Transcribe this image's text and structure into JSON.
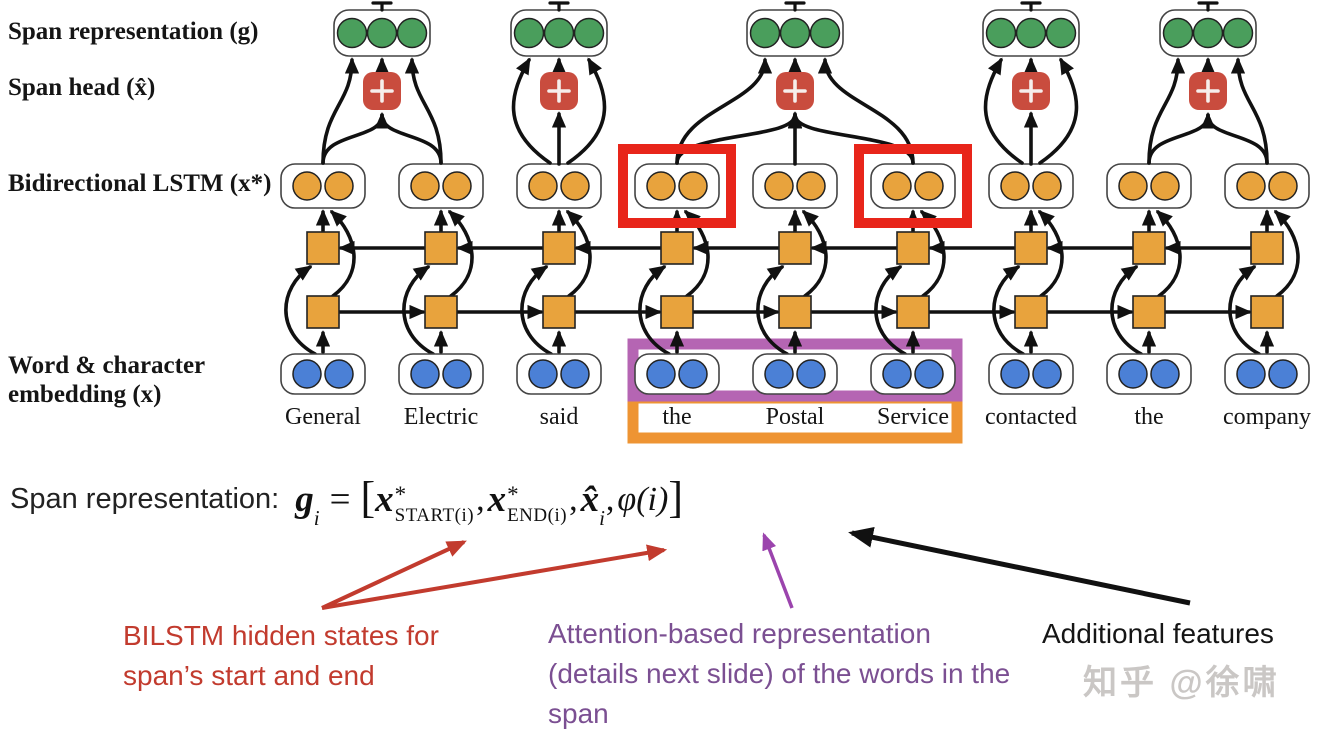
{
  "diagram": {
    "labels": {
      "span_representation": "Span representation (g)",
      "span_head": "Span head (x̂)",
      "bilstm": "Bidirectional LSTM (x*)",
      "embedding": "Word & character embedding (x)"
    },
    "words": [
      "General",
      "Electric",
      "said",
      "the",
      "Postal",
      "Service",
      "contacted",
      "the",
      "company"
    ],
    "spans": [
      {
        "start": 0,
        "end": 1
      },
      {
        "start": 2,
        "end": 2
      },
      {
        "start": 3,
        "end": 5
      },
      {
        "start": 6,
        "end": 6
      },
      {
        "start": 7,
        "end": 8
      }
    ],
    "red_box_word_indices": [
      3,
      5
    ],
    "phrase_box_word_range": [
      3,
      5
    ],
    "colors": {
      "green_node": "#4a9e5c",
      "plus_node": "#c94c3e",
      "plus_glyph": "#f6eeec",
      "orange_node": "#e8a33d",
      "blue_node": "#4b80d6",
      "node_border": "#222222",
      "container_border": "#444444",
      "arrow": "#111111",
      "red_highlight": "#e8251a",
      "purple_highlight": "#b565b3",
      "orange_highlight": "#ee9433",
      "word_text": "#151515"
    }
  },
  "formula": {
    "label": "Span representation:",
    "g": "g",
    "g_sub": "i",
    "eq": "=",
    "open": "[",
    "x1": "x",
    "star1": "*",
    "start_sub": "START(i)",
    "comma": ",",
    "x2": "x",
    "star2": "*",
    "end_sub": "END(i)",
    "xhat": "x̂",
    "xhat_sub": "i",
    "phi": "φ(i)",
    "close": "]"
  },
  "annotations": {
    "bilstm_note": "BILSTM hidden states for span’s start and end",
    "attention_note": "Attention-based representation (details next slide) of the words in the span",
    "features_note": "Additional features",
    "watermark": "知乎 @徐啸",
    "colors": {
      "red": "#c23b2e",
      "purple": "#7b4f92",
      "black": "#151515",
      "watermark": "#cac7c5"
    }
  }
}
